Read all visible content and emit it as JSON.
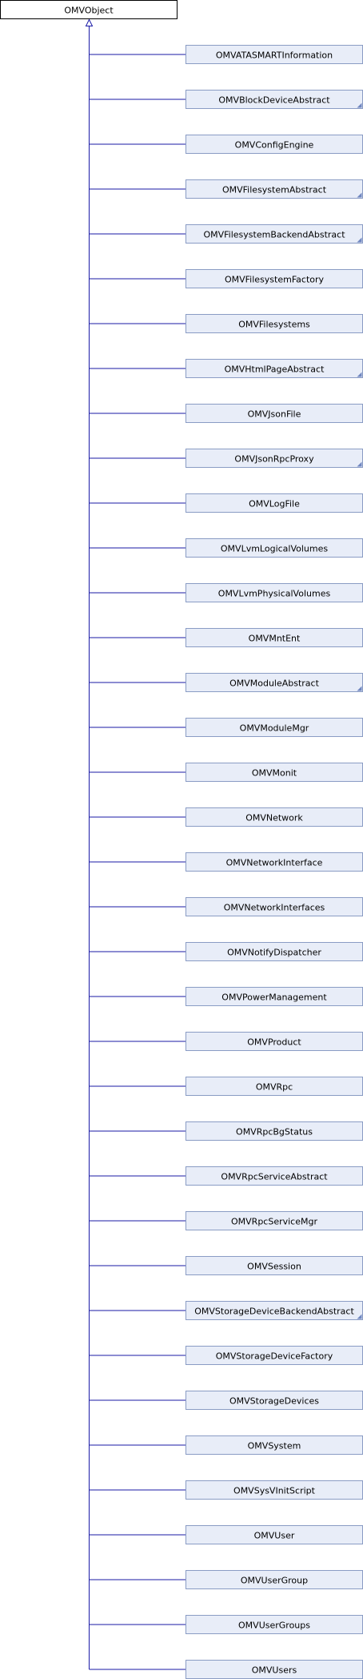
{
  "root": {
    "label": "OMVObject"
  },
  "children": [
    {
      "label": "OMVATASMARTInformation",
      "has_subclasses": false
    },
    {
      "label": "OMVBlockDeviceAbstract",
      "has_subclasses": true
    },
    {
      "label": "OMVConfigEngine",
      "has_subclasses": false
    },
    {
      "label": "OMVFilesystemAbstract",
      "has_subclasses": true
    },
    {
      "label": "OMVFilesystemBackendAbstract",
      "has_subclasses": true
    },
    {
      "label": "OMVFilesystemFactory",
      "has_subclasses": false
    },
    {
      "label": "OMVFilesystems",
      "has_subclasses": false
    },
    {
      "label": "OMVHtmlPageAbstract",
      "has_subclasses": true
    },
    {
      "label": "OMVJsonFile",
      "has_subclasses": false
    },
    {
      "label": "OMVJsonRpcProxy",
      "has_subclasses": true
    },
    {
      "label": "OMVLogFile",
      "has_subclasses": false
    },
    {
      "label": "OMVLvmLogicalVolumes",
      "has_subclasses": false
    },
    {
      "label": "OMVLvmPhysicalVolumes",
      "has_subclasses": false
    },
    {
      "label": "OMVMntEnt",
      "has_subclasses": false
    },
    {
      "label": "OMVModuleAbstract",
      "has_subclasses": true
    },
    {
      "label": "OMVModuleMgr",
      "has_subclasses": false
    },
    {
      "label": "OMVMonit",
      "has_subclasses": false
    },
    {
      "label": "OMVNetwork",
      "has_subclasses": false
    },
    {
      "label": "OMVNetworkInterface",
      "has_subclasses": false
    },
    {
      "label": "OMVNetworkInterfaces",
      "has_subclasses": false
    },
    {
      "label": "OMVNotifyDispatcher",
      "has_subclasses": false
    },
    {
      "label": "OMVPowerManagement",
      "has_subclasses": false
    },
    {
      "label": "OMVProduct",
      "has_subclasses": false
    },
    {
      "label": "OMVRpc",
      "has_subclasses": false
    },
    {
      "label": "OMVRpcBgStatus",
      "has_subclasses": false
    },
    {
      "label": "OMVRpcServiceAbstract",
      "has_subclasses": false
    },
    {
      "label": "OMVRpcServiceMgr",
      "has_subclasses": false
    },
    {
      "label": "OMVSession",
      "has_subclasses": false
    },
    {
      "label": "OMVStorageDeviceBackendAbstract",
      "has_subclasses": true
    },
    {
      "label": "OMVStorageDeviceFactory",
      "has_subclasses": false
    },
    {
      "label": "OMVStorageDevices",
      "has_subclasses": false
    },
    {
      "label": "OMVSystem",
      "has_subclasses": false
    },
    {
      "label": "OMVSysVInitScript",
      "has_subclasses": false
    },
    {
      "label": "OMVUser",
      "has_subclasses": false
    },
    {
      "label": "OMVUserGroup",
      "has_subclasses": false
    },
    {
      "label": "OMVUserGroups",
      "has_subclasses": false
    },
    {
      "label": "OMVUsers",
      "has_subclasses": false
    }
  ],
  "colors": {
    "line": "#1a1aa6",
    "box_fill": "#e8edf8",
    "box_stroke": "#8a9cc4",
    "root_fill": "#ffffff",
    "root_stroke": "#000000",
    "corner_mark": "#6f86c0"
  }
}
